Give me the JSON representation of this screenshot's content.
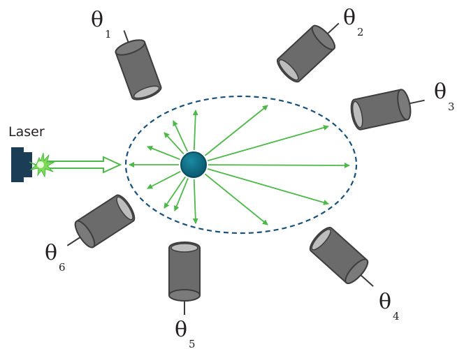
{
  "laser": {
    "label": "Laser"
  },
  "detectors": [
    {
      "symbol": "θ",
      "index": "1"
    },
    {
      "symbol": "θ",
      "index": "2"
    },
    {
      "symbol": "θ",
      "index": "3"
    },
    {
      "symbol": "θ",
      "index": "4"
    },
    {
      "symbol": "θ",
      "index": "5"
    },
    {
      "symbol": "θ",
      "index": "6"
    }
  ],
  "colors": {
    "beam": "#4cb848",
    "particle": "#0e6f86",
    "ellipse": "#17507a",
    "laser_body": "#1c3d56",
    "detector_body": "#6b6b6b",
    "detector_face": "#bdbdbd"
  }
}
